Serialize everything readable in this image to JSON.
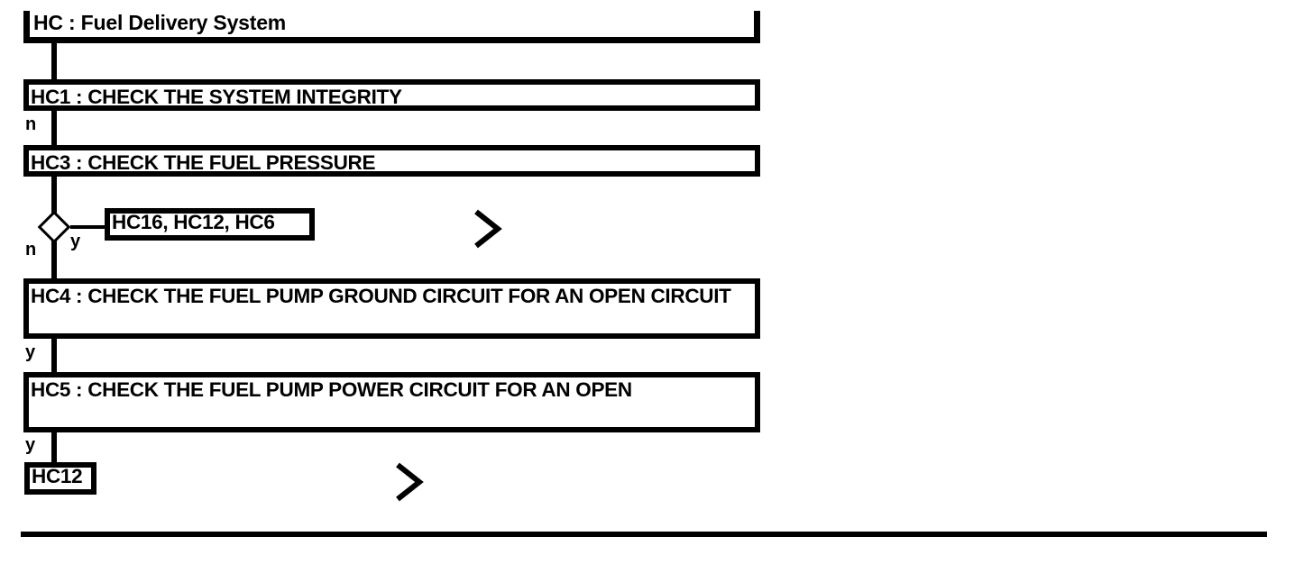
{
  "diagram": {
    "type": "flowchart",
    "title_node": {
      "id": "HC",
      "label": "HC : Fuel Delivery System"
    },
    "nodes": [
      {
        "id": "HC1",
        "label": "HC1 : CHECK THE SYSTEM INTEGRITY",
        "shape": "process"
      },
      {
        "id": "HC3",
        "label": "HC3 : CHECK THE FUEL PRESSURE",
        "shape": "process"
      },
      {
        "id": "DEC1",
        "label": "",
        "shape": "decision"
      },
      {
        "id": "REF1",
        "label": "HC16, HC12, HC6",
        "shape": "reference"
      },
      {
        "id": "HC4",
        "label": "HC4 : CHECK THE FUEL PUMP GROUND CIRCUIT FOR AN OPEN CIRCUIT",
        "shape": "process"
      },
      {
        "id": "HC5",
        "label": "HC5 : CHECK THE FUEL PUMP POWER CIRCUIT FOR AN OPEN",
        "shape": "process"
      },
      {
        "id": "HC12",
        "label": "HC12",
        "shape": "reference"
      }
    ],
    "edge_labels": {
      "hc1_to_hc3": "n",
      "dec_no": "n",
      "dec_yes": "y",
      "hc4_to_hc5": "y",
      "hc5_to_hc12": "y"
    },
    "markers": {
      "goto_chevron": "chevron-right"
    },
    "colors": {
      "stroke": "#000000",
      "background": "#ffffff"
    }
  }
}
